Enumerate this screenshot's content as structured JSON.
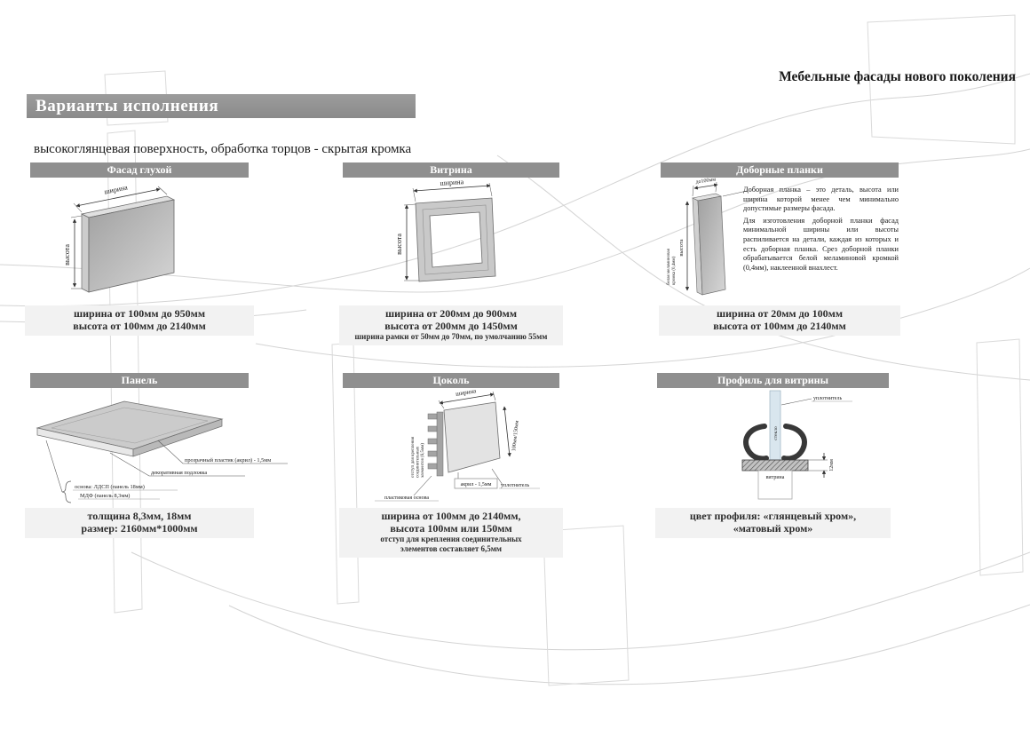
{
  "page": {
    "brand": "Мебельные фасады нового поколения",
    "title": "Варианты исполнения",
    "subtitle": "высокоглянцевая поверхность, обработка торцов - скрытая кромка"
  },
  "colors": {
    "banner_gray": "#8f8f8f",
    "caption_bg": "#f2f2f2",
    "glass_blue": "#d9e6ee"
  },
  "facade": {
    "title": "Фасад глухой",
    "dim_width": "ширина",
    "dim_height": "высота",
    "caption": [
      "ширина от 100мм до 950мм",
      "высота от 100мм до 2140мм"
    ]
  },
  "vitrina": {
    "title": "Витрина",
    "dim_width": "ширина",
    "dim_height": "высота",
    "caption": [
      "ширина от 200мм до 900мм",
      "высота от 200мм до 1450мм",
      "ширина рамки от 50мм до 70мм,  по умолчанию 55мм"
    ]
  },
  "planki": {
    "title": "Доборные планки",
    "dim_width": "до100мм",
    "dim_height": "высота",
    "edge_line1": "белая меламиновая",
    "edge_line2": "кромка (0,4мм)",
    "desc1": "Доборная планка – это деталь, высота или ширина которой менее чем минимально допустимые размеры фасада.",
    "desc2": "Для изготовления доборной планки фасад минимальной ширины или высоты распиливается на детали, каждая из которых и есть доборная планка. Срез доборной планки обрабатывается белой меламиновой кромкой (0,4мм), наклеенной внахлест.",
    "caption": [
      "ширина от 20мм до 100мм",
      "высота от 100мм до 2140мм"
    ]
  },
  "panel": {
    "title": "Панель",
    "label_acrylic": "прозрачный пластик (акрил) - 1,5мм",
    "label_backing": "декоративная подложка",
    "label_base1": "основа: ЛДСП (панель 18мм)",
    "label_base2": "МДФ (панель 8,3мм)",
    "caption": [
      "толщина 8,3мм, 18мм",
      "размер: 2160мм*1000мм"
    ]
  },
  "tsokol": {
    "title": "Цоколь",
    "dim_width": "ширина",
    "offset_line1": "отступ для крепления",
    "offset_line2": "соединительных",
    "offset_line3": "элементов (6,5мм)",
    "dim_height": "100мм/150мм",
    "label_acrylic": "акрил - 1,5мм",
    "label_seal": "уплотнитель",
    "label_base": "пластиковая основа",
    "caption": [
      "ширина от 100мм до 2140мм,",
      "высота 100мм или 150мм",
      "отступ для крепления соединительных",
      "элементов составляет 6,5мм"
    ]
  },
  "profil": {
    "title": "Профиль для витрины",
    "label_seal": "уплотнитель",
    "label_glass": "стекло",
    "label_vitrina": "витрина",
    "dim_thickness": "12мм",
    "caption": [
      "цвет профиля: «глянцевый хром»,",
      "«матовый хром»"
    ]
  }
}
